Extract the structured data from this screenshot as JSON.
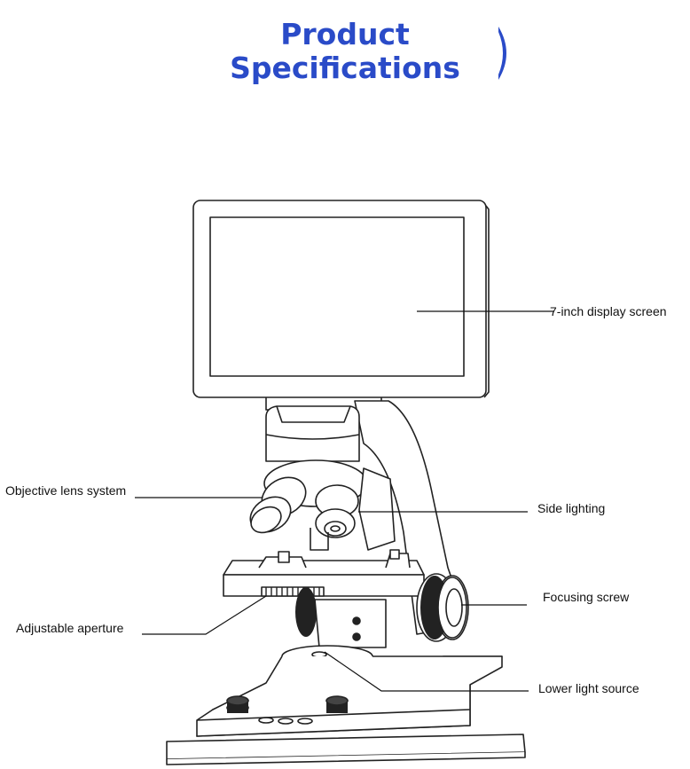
{
  "header": {
    "title_line1": "Product",
    "title_line2": "Specifications",
    "accent_color": "#2a4bc8"
  },
  "callouts": {
    "display": "7-inch display screen",
    "objective": "Objective lens system",
    "side_light": "Side lighting",
    "focus": "Focusing screw",
    "aperture": "Adjustable aperture",
    "lower_light": "Lower light source"
  }
}
